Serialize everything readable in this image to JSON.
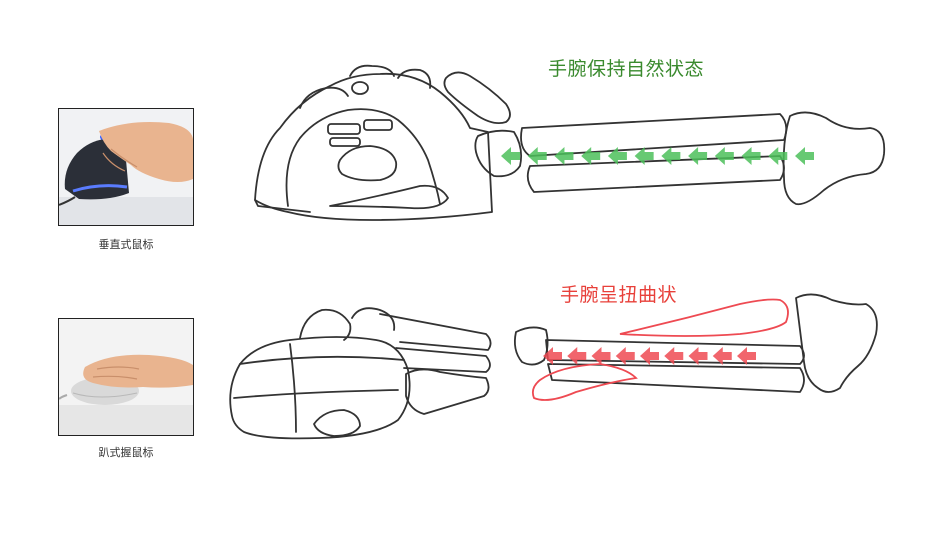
{
  "top": {
    "caption": "垂直式鼠标",
    "title": "手腕保持自然状态",
    "title_color": "#3a8a2e",
    "arrow_color": "#4cc05a",
    "arrow_count": 12
  },
  "bottom": {
    "caption": "趴式握鼠标",
    "title": "手腕呈扭曲状",
    "title_color": "#e8403a",
    "arrow_color": "#ee4a52",
    "highlight_color": "#ee4a52",
    "arrow_count": 9
  },
  "colors": {
    "outline": "#333333",
    "vertical_mouse_body": "#2b2f38",
    "vertical_mouse_light": "#5a7cff",
    "flat_mouse_body": "#d9d9d9",
    "skin": "#e9b48f"
  }
}
